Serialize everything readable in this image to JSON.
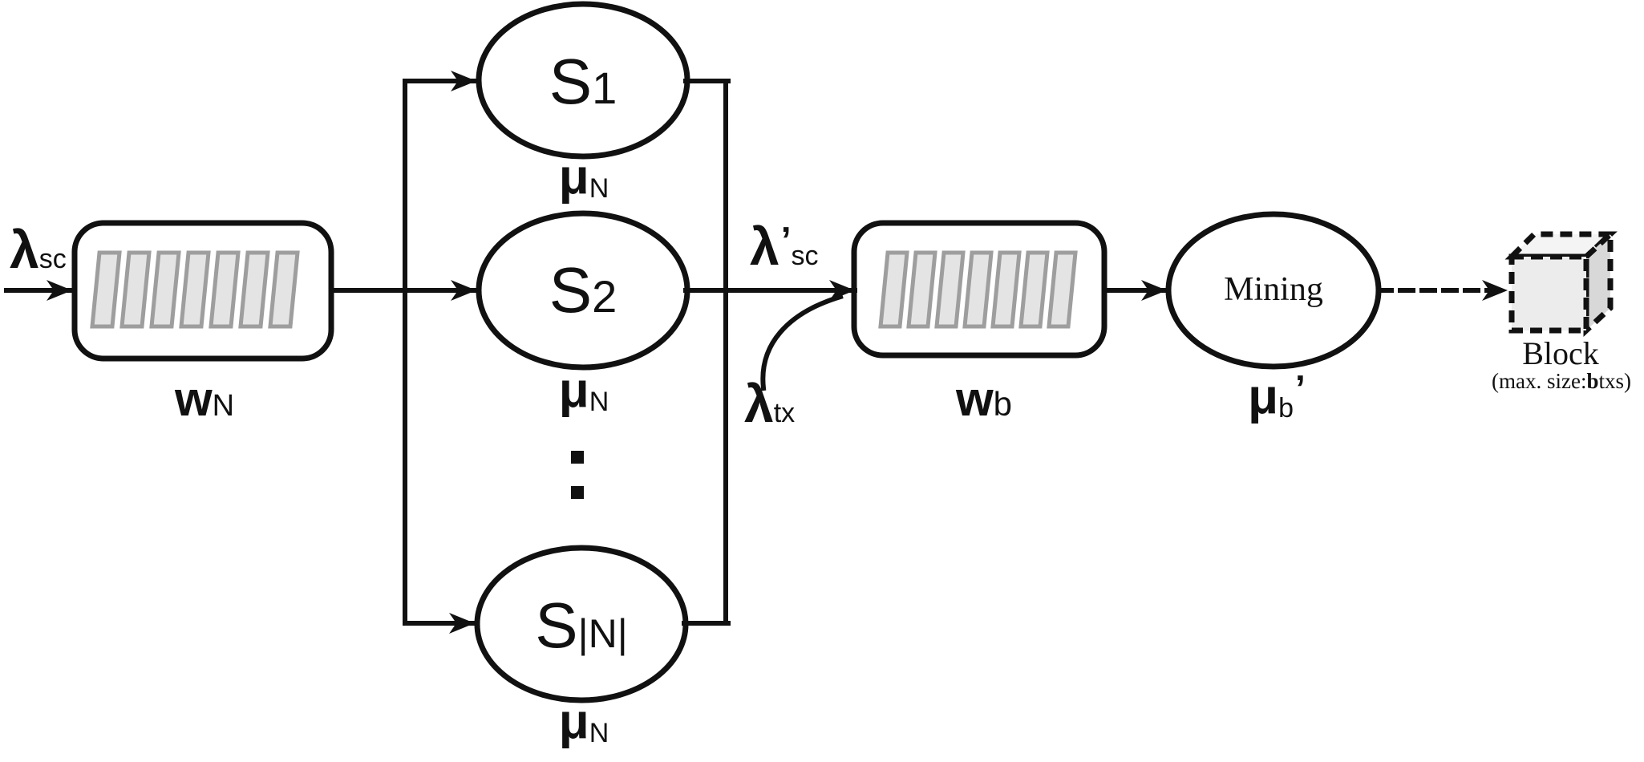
{
  "figure": {
    "labels": {
      "lambda_in": {
        "base": "λ",
        "sub": "sc"
      },
      "queue_n": {
        "base": "w",
        "sub": "N"
      },
      "s1": {
        "base": "S",
        "sub": "1"
      },
      "s2": {
        "base": "S",
        "sub": "2"
      },
      "sn": {
        "base": "S",
        "sub": "|N|"
      },
      "mu_n1": {
        "base": "μ",
        "sub": "N"
      },
      "mu_n2": {
        "base": "μ",
        "sub": "N"
      },
      "mu_n3": {
        "base": "μ",
        "sub": "N"
      },
      "lambda_out": {
        "base": "λ",
        "prime": "’",
        "sub": "sc"
      },
      "lambda_tx": {
        "base": "λ",
        "sub": "tx"
      },
      "queue_b": {
        "base": "w",
        "sub": "b"
      },
      "mining": {
        "label": "Mining"
      },
      "mu_b": {
        "base": "μ",
        "sub": "b",
        "prime": "’"
      },
      "block": {
        "title": "Block",
        "note_prefix": "(max. size: ",
        "note_bold": "b",
        "note_suffix": " txs)"
      },
      "continuation_dots": "⋮"
    },
    "colors": {
      "line": "#111111",
      "slot_fill": "#e4e4e4",
      "slot_border": "#9e9e9e",
      "cube_front": "#ececec",
      "cube_top": "#f4f4f4",
      "cube_side": "#d8d8d8"
    }
  }
}
